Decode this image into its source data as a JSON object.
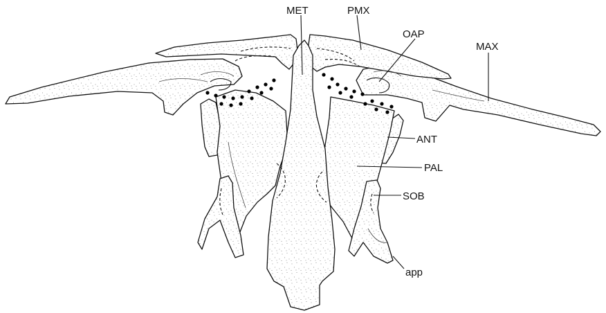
{
  "labels": {
    "met": "MET",
    "pmx": "PMX",
    "oap": "OAP",
    "max": "MAX",
    "ant": "ANT",
    "pal": "PAL",
    "sob": "SOB",
    "app": "app"
  }
}
